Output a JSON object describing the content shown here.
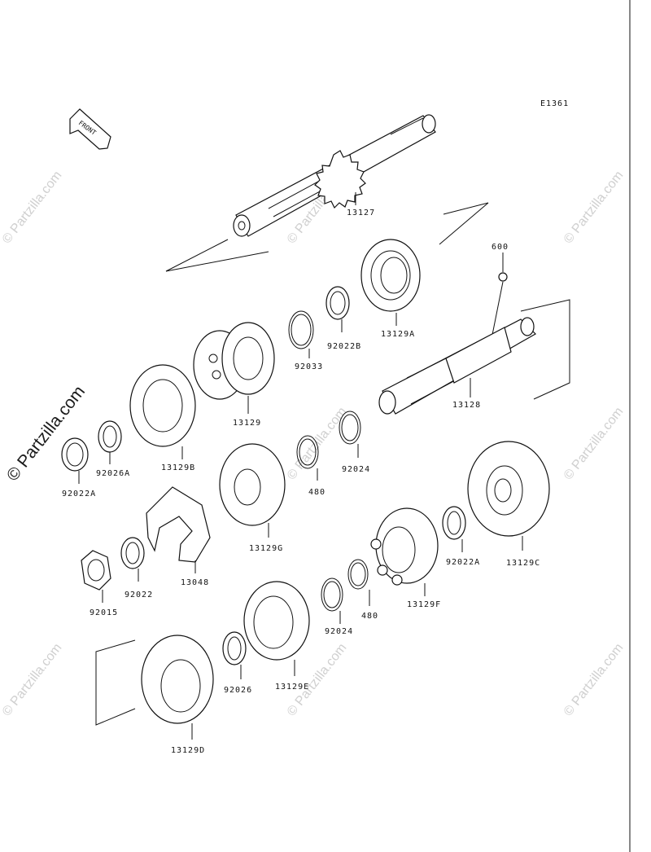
{
  "diagram": {
    "code": "E1361",
    "front_label": "FRONT",
    "watermark_main": "© Partzilla.com",
    "watermark_repeat": "© Partzilla.com"
  },
  "parts": {
    "p13127": "13127",
    "p600": "600",
    "p13129A": "13129A",
    "p92022B": "92022B",
    "p92033": "92033",
    "p13128": "13128",
    "p13129": "13129",
    "p13129B": "13129B",
    "p92026A": "92026A",
    "p92022A_left": "92022A",
    "p480_top": "480",
    "p92024_top": "92024",
    "p13129G": "13129G",
    "p13048": "13048",
    "p92022": "92022",
    "p92015": "92015",
    "p13129C": "13129C",
    "p92022A_right": "92022A",
    "p13129F": "13129F",
    "p480_bottom": "480",
    "p92024_bottom": "92024",
    "p13129E": "13129E",
    "p92026": "92026",
    "p13129D": "13129D"
  }
}
